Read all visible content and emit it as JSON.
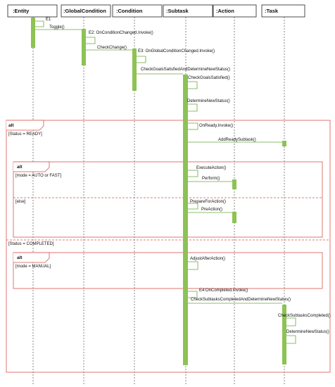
{
  "palette": {
    "activation": "#8dc255",
    "message": "#6aa93b",
    "fragment": "#d9534f",
    "lifeline": "#555555",
    "header_border": "#222222"
  },
  "lifelines": [
    {
      "id": "entity",
      "label": ":Entity"
    },
    {
      "id": "globalcondition",
      "label": ":GlobalCondition"
    },
    {
      "id": "condition",
      "label": ":Condition"
    },
    {
      "id": "subtask",
      "label": ":Subtask"
    },
    {
      "id": "action",
      "label": ":Action"
    },
    {
      "id": "task",
      "label": ":Task"
    }
  ],
  "messages": [
    {
      "id": "e1",
      "label": "E1"
    },
    {
      "id": "toggle",
      "label": "Toggle()"
    },
    {
      "id": "e2",
      "label": "E2: OnConditionChanged.Invoke()"
    },
    {
      "id": "checkchange",
      "label": "CheckChange()"
    },
    {
      "id": "e3",
      "label": "E3: OnGlobalConditionChanged.Invoke()"
    },
    {
      "id": "checkgoals_det",
      "label": "CheckGoalsSatisfiedAndDetermineNewStatus()"
    },
    {
      "id": "checkgoals",
      "label": "CheckGoalsSatisfied()"
    },
    {
      "id": "determine1",
      "label": "DetermineNewStatus()"
    },
    {
      "id": "onready",
      "label": "OnReady.Invoke()"
    },
    {
      "id": "addready",
      "label": "AddReadySubtask()"
    },
    {
      "id": "execute",
      "label": "ExecuteAction()"
    },
    {
      "id": "perform",
      "label": "Perform()"
    },
    {
      "id": "prepare",
      "label": "PrepareForAction()"
    },
    {
      "id": "preaction",
      "label": "PreAction()"
    },
    {
      "id": "adjust",
      "label": "AdjustAfterAction()"
    },
    {
      "id": "e4",
      "label": "E4:OnCompleted.Invoke()"
    },
    {
      "id": "checksubtasks_det",
      "label": "CheckSubtasksCompletedAndDetermineNewStatus()"
    },
    {
      "id": "checksubtasks",
      "label": "CheckSubtasksCompleted()"
    },
    {
      "id": "determine2",
      "label": "DetermineNewStatus()"
    }
  ],
  "fragments": {
    "outer": {
      "operator": "alt",
      "guard_ready": "[Status = READY]",
      "guard_completed": "[Status = COMPLETED]"
    },
    "inner_ready": {
      "operator": "alt",
      "guard_mode": "[mode = AUTO or FAST]",
      "guard_else": "[else]"
    },
    "inner_completed": {
      "operator": "alt",
      "guard_mode": "[mode = MANUAL]"
    }
  }
}
